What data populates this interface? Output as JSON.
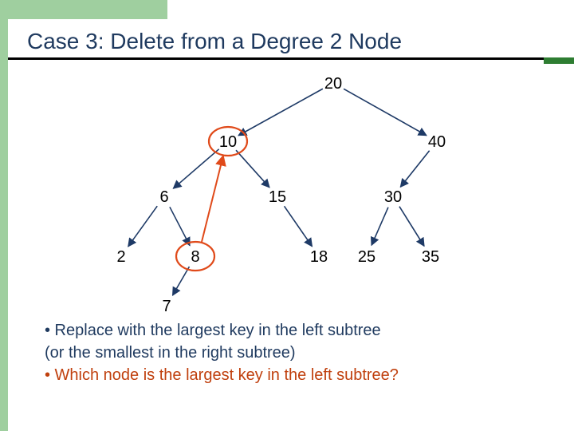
{
  "title": "Case 3: Delete from a Degree 2 Node",
  "tree": {
    "nodes": [
      "20",
      "10",
      "40",
      "6",
      "15",
      "30",
      "2",
      "8",
      "18",
      "25",
      "35",
      "7"
    ],
    "highlighted": [
      "10",
      "8"
    ],
    "move_arrow": {
      "from": "8",
      "to": "10"
    }
  },
  "bullets": {
    "line1": "• Replace with the largest key in the left subtree",
    "line2": "(or the smallest in the right subtree)",
    "line3": "• Which node is the largest key in the left subtree?"
  },
  "colors": {
    "title": "#1f3a5f",
    "accent": "#9fcf9f",
    "highlight": "#e04a1a",
    "question_text": "#c0400e",
    "body_text": "#1f3a5f",
    "edge": "#1e3a66"
  }
}
